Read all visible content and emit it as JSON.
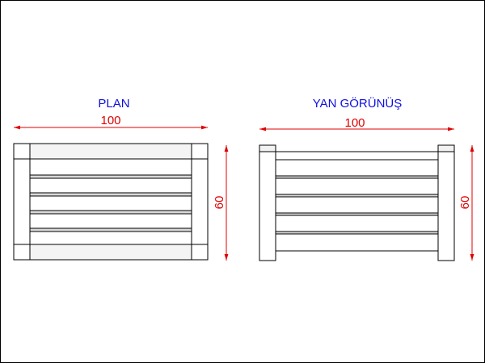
{
  "colors": {
    "title": "#1010e0",
    "dimension": "#e00000",
    "outline": "#000000",
    "board_fill": "#f2f2f2"
  },
  "plan": {
    "title": "PLAN",
    "width_label": "100",
    "height_label": "60"
  },
  "side_view": {
    "title": "YAN GÖRÜNÜŞ",
    "width_label": "100",
    "height_label": "60"
  }
}
